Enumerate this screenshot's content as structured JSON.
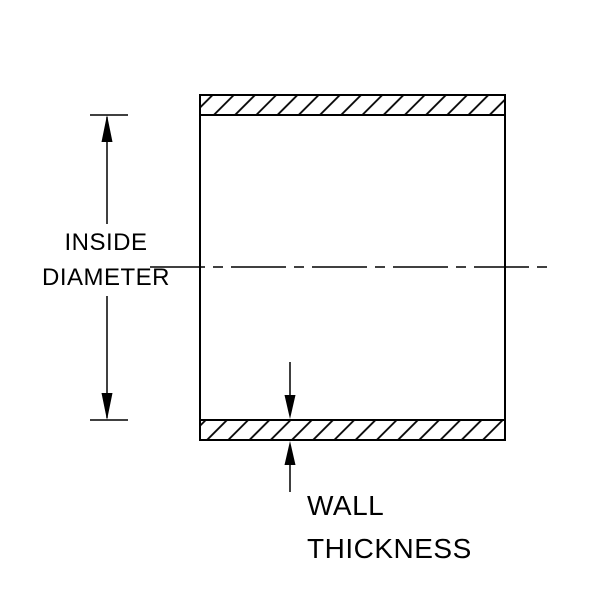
{
  "diagram": {
    "title": "tube cross-section dimension drawing",
    "labels": {
      "inside_line1": "INSIDE",
      "inside_line2": "DIAMETER",
      "wall_line1": "WALL",
      "wall_line2": "THICKNESS"
    },
    "colors": {
      "line": "#000000",
      "background": "#ffffff"
    }
  }
}
